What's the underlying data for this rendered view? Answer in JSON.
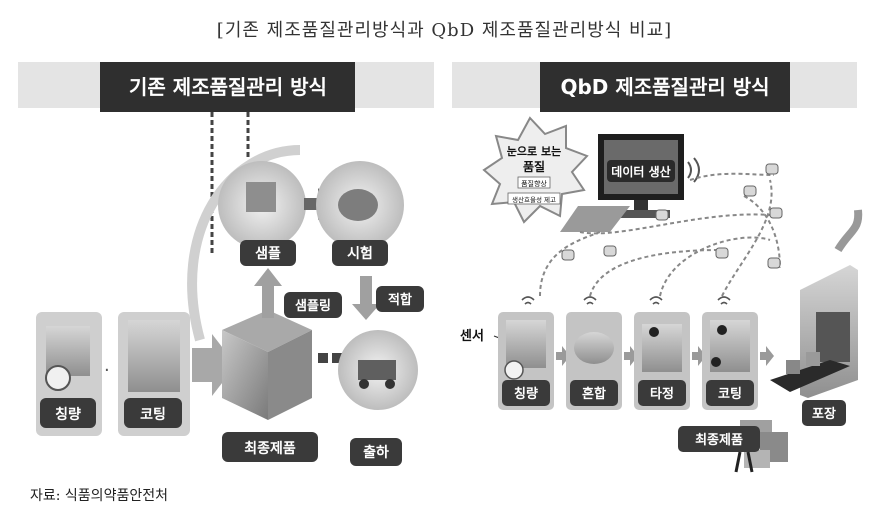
{
  "title": "[기존 제조품질관리방식과 QbD 제조품질관리방식 비교]",
  "left_panel": {
    "header": "기존 제조품질관리 방식",
    "steps": [
      "칭량",
      "코팅"
    ],
    "final_product": "최종제품",
    "sample": "샘플",
    "test": "시험",
    "sampling": "샘플링",
    "pass": "적합",
    "shipment": "출하"
  },
  "right_panel": {
    "header": "QbD 제조품질관리 방식",
    "burst_main": "눈으로 보는",
    "burst_sub": "품질",
    "burst_line1": "품질향상",
    "burst_line2": "생산효율성 제고",
    "monitor_label": "데이터 생산",
    "sensor_label": "센서",
    "steps": [
      "칭량",
      "혼합",
      "타정",
      "코팅",
      "포장"
    ],
    "final_product": "최종제품"
  },
  "source": "자료: 식품의약품안전처",
  "colors": {
    "banner_bg": "#e4e4e4",
    "header_dark": "#2f2f2f",
    "label_dark": "#3a3a3a",
    "machine_bg": "#b9b9b9",
    "arrow_gray": "#9a9a9a"
  }
}
